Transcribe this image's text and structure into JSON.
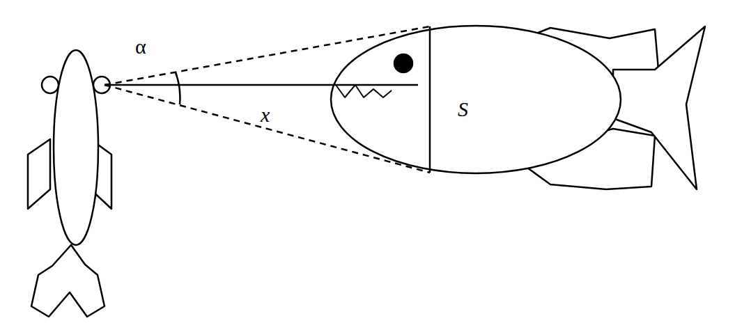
{
  "diagram": {
    "labels": [
      "α",
      "x",
      "S"
    ]
  }
}
